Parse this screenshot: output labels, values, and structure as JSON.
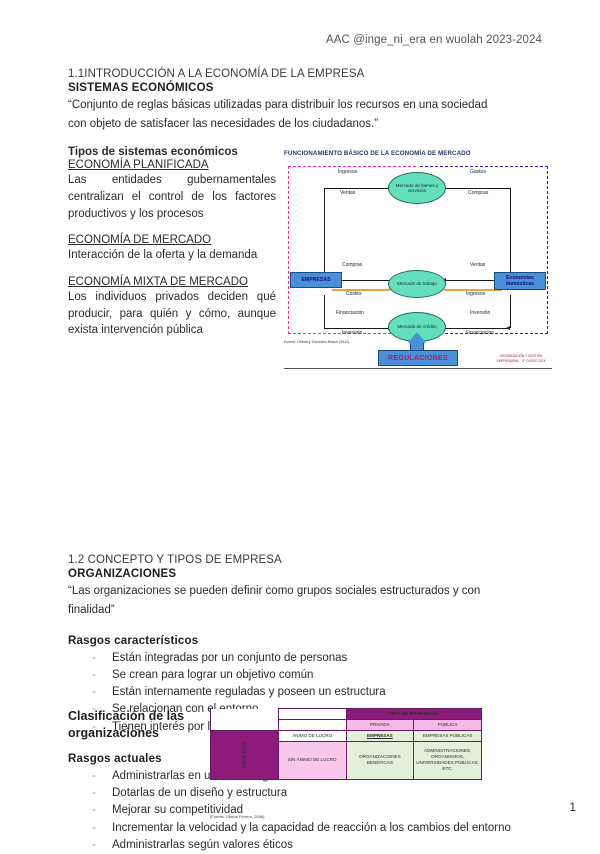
{
  "header": {
    "watermark": "AAC @inge_ni_era en wuolah 2023-2024"
  },
  "section1": {
    "number_title": "1.1INTRODUCCIÓN A LA ECONOMÍA DE LA EMPRESA",
    "subtitle": "SISTEMAS ECONÓMICOS",
    "quote_line1": "“Conjunto de reglas básicas utilizadas para distribuir los recursos en una sociedad",
    "quote_line2": "con objeto de satisfacer las necesidades de los ciudadanos.”",
    "types_heading": "Tipos de sistemas económicos",
    "types": [
      {
        "name": "ECONOMÍA PLANIFICADA",
        "body": "Las entidades gubernamentales centralizan el control de los factores productivos y los procesos"
      },
      {
        "name": "ECONOMÍA DE MERCADO",
        "body": "Interacción de la oferta y la demanda"
      },
      {
        "name": "ECONOMÍA MIXTA DE MERCADO",
        "body": "Los individuos privados deciden qué producir, para quién y cómo, aunque exista intervención pública"
      }
    ]
  },
  "diagram": {
    "title": "FUNCIONAMIENTO BÁSICO DE LA ECONOMÍA DE MERCADO",
    "nodes": {
      "empresas": "EMPRESAS",
      "economias_domesticas": "Economías domésticas",
      "mercado_bienes": "Mercado de bienes y servicios",
      "mercado_trabajo": "Mercado de trabajo",
      "mercado_credito": "Mercado de crédito",
      "regulaciones": "REGULACIONES"
    },
    "labels": {
      "ingresos_top": "Ingresos",
      "ventas_top": "Ventas",
      "gastos_top": "Gastos",
      "compras_top": "Compras",
      "compras_mid": "Compras",
      "costes_mid": "Costes",
      "ventas_mid": "Ventas",
      "ingresos_mid": "Ingresos",
      "financiacion": "Financiación",
      "inversion_left": "Inversión",
      "inversion_right": "Inversión",
      "financiacion_right": "Financiación"
    },
    "source": "Fuente: Úbeda y González-Bosch (2012)",
    "footer_right": "ORGANIZACIÓN Y GESTIÓN EMPRESARIAL · 2º CURSO 2024"
  },
  "section2": {
    "number_title": "1.2 CONCEPTO Y TIPOS DE EMPRESA",
    "subtitle": "ORGANIZACIONES",
    "quote_line1": "“Las organizaciones se pueden definir como grupos sociales estructurados y con",
    "quote_line2": "finalidad”",
    "rasgos_caracteristicos_heading": "Rasgos característicos",
    "rasgos_caracteristicos": [
      "Están integradas por un conjunto de personas",
      "Se crean para lograr un objetivo común",
      "Están internamente reguladas y poseen un estructura",
      "Se relacionan con el entorno",
      "Tienen interés por la supervivencia"
    ],
    "rasgos_actuales_heading": "Rasgos actuales",
    "rasgos_actuales": [
      "Administrarlas en un entorno global",
      "Dotarlas de un diseño y estructura",
      "Mejorar su competitividad",
      "Incrementar la velocidad y la capacidad de reacción a los cambios del entorno",
      "Administrarlas según valores éticos"
    ]
  },
  "classification": {
    "title": "Clasificación de las organizaciones",
    "top_header": "TIPO DE PROPIEDAD",
    "col_private": "PRIVADA",
    "col_public": "PÚBLICA",
    "row_axis_label": "OBJETIVO",
    "row_profit": "ÁNIMO DE LUCRO",
    "row_nonprofit": "SIN ÁNIMO DE LUCRO",
    "cell_profit_private": "EMPRESAS",
    "cell_profit_public": "EMPRESAS PÚBLICAS",
    "cell_nonprofit_private": "ORGANIZACIONES BENÉFICAS",
    "cell_nonprofit_public": "ADMINISTRACIONES, ORGANISMOS, UNIVERSIDADES PÚBLICAS, ETC.",
    "source": "(Fuente: Úbeda Ferrero, 2008)"
  },
  "page_number": "1",
  "colors": {
    "table_header": "#8d1b7c",
    "table_subheader": "#f4b9e8",
    "table_cell_green": "#e2efda",
    "diagram_box_blue": "#4a90d9",
    "diagram_ellipse_green": "#63e0bb",
    "dash_pink": "#ff2f92",
    "dash_blue": "#2020d0"
  }
}
